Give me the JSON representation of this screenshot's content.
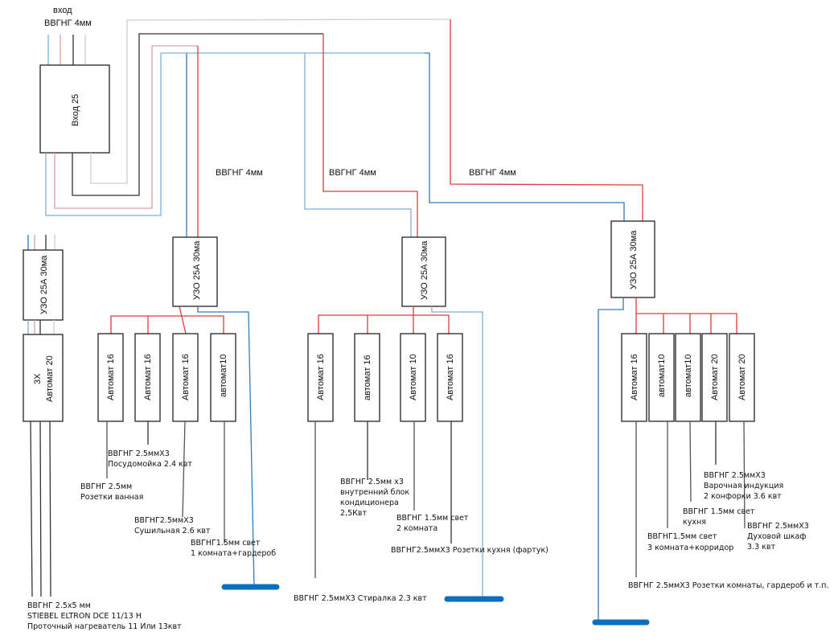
{
  "title": "Электрическая схема щитка",
  "input": {
    "label_line1": "вход",
    "label_line2": "ВВГНГ 4мм",
    "main_breaker": "Вход 25"
  },
  "colors": {
    "phase": "#e03a3a",
    "neutral": "#2e7bbf",
    "ground_bus": "#0a6fc2",
    "outgoing": "#555555"
  },
  "trunk_cables": [
    "ВВГНГ 4мм",
    "ВВГНГ 4мм",
    "ВВГНГ 4мм"
  ],
  "heater_group": {
    "rcd": "УЗО 25А 30ма",
    "breaker_line1": "3Х",
    "breaker_line2": "Автомат 20",
    "note": [
      "ВВГНГ 2.5х5 мм",
      "STIEBEL ELTRON DCE 11/13 H",
      "Проточный нагреватель 11 Или 13квт"
    ]
  },
  "groups": [
    {
      "rcd": "УЗО 25А 30ма",
      "breakers": [
        {
          "label": "Автомат 16",
          "note": [
            "ВВГНГ 2.5мм",
            "Розетки ванная"
          ]
        },
        {
          "label": "Автомат 16",
          "note": [
            "ВВГНГ 2.5ммХ3",
            "Посудомойка 2.4 квт"
          ]
        },
        {
          "label": "Автомат 16",
          "note": [
            "ВВГНГ2.5ммХ3",
            "Сушильная 2.6 квт"
          ]
        },
        {
          "label": "автомат10",
          "note": [
            "ВВГНГ1.5мм свет",
            "1 комната+гардероб"
          ]
        }
      ]
    },
    {
      "rcd": "УЗО 25А 30ма",
      "breakers": [
        {
          "label": "Автомат 16",
          "note": [
            "ВВГНГ 2.5ммХ3 Стиралка 2.3 квт"
          ]
        },
        {
          "label": "автомат 16",
          "note": [
            "ВВГНГ 2.5мм х3",
            "внутренний блок",
            "кондиционера",
            "2,5Квт"
          ]
        },
        {
          "label": "Автомат 10",
          "note": [
            "ВВГНГ 1.5мм свет",
            "2 комната"
          ]
        },
        {
          "label": "Автомат 16",
          "note": [
            "ВВГНГ2.5ммХ3 Розетки кухня (фартук)"
          ]
        }
      ]
    },
    {
      "rcd": "УЗО 25А 30ма",
      "breakers": [
        {
          "label": "Автомат 16",
          "note": [
            "ВВГНГ 2.5ммХ3 Розетки комнаты, гардероб и т.п."
          ]
        },
        {
          "label": "автомат10",
          "note": [
            "ВВГНГ1.5мм свет",
            "3 комната+корридор"
          ]
        },
        {
          "label": "автомат10",
          "note": [
            "ВВГНГ 1.5мм свет",
            "кухня"
          ]
        },
        {
          "label": "Автомат 20",
          "note": [
            "ВВГНГ 2.5ммХ3",
            "Варочная индукция",
            "2 конфорки 3.6 квт"
          ]
        },
        {
          "label": "Автомат 20",
          "note": [
            "ВВГНГ 2.5ммХ3",
            "Духовой шкаф",
            "3.3 квт"
          ]
        }
      ]
    }
  ]
}
